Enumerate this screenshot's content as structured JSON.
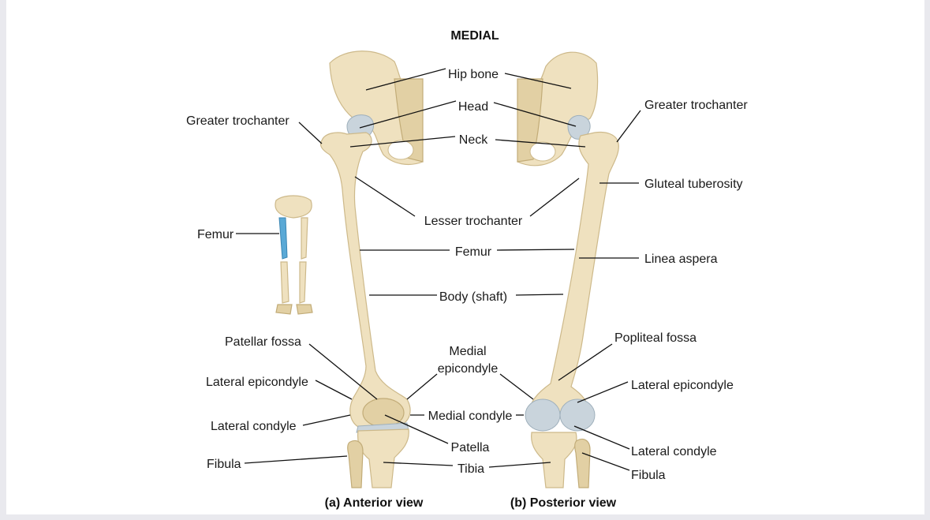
{
  "title": "MEDIAL",
  "captions": {
    "anterior": "(a) Anterior view",
    "posterior": "(b) Posterior view"
  },
  "labels": {
    "hip_bone": "Hip bone",
    "head": "Head",
    "neck": "Neck",
    "greater_trochanter": "Greater trochanter",
    "lesser_trochanter": "Lesser trochanter",
    "femur": "Femur",
    "body_shaft": "Body (shaft)",
    "gluteal_tuberosity": "Gluteal tuberosity",
    "linea_aspera": "Linea aspera",
    "patellar_fossa": "Patellar fossa",
    "medial_epicondyle": [
      "Medial",
      "epicondyle"
    ],
    "lateral_epicondyle": "Lateral epicondyle",
    "medial_condyle": "Medial condyle",
    "lateral_condyle": "Lateral condyle",
    "popliteal_fossa": "Popliteal fossa",
    "patella": "Patella",
    "tibia": "Tibia",
    "fibula": "Fibula"
  },
  "colors": {
    "bone": "#efe1bf",
    "cartilage": "#c9d4dc",
    "highlight": "#5aa9d6"
  }
}
